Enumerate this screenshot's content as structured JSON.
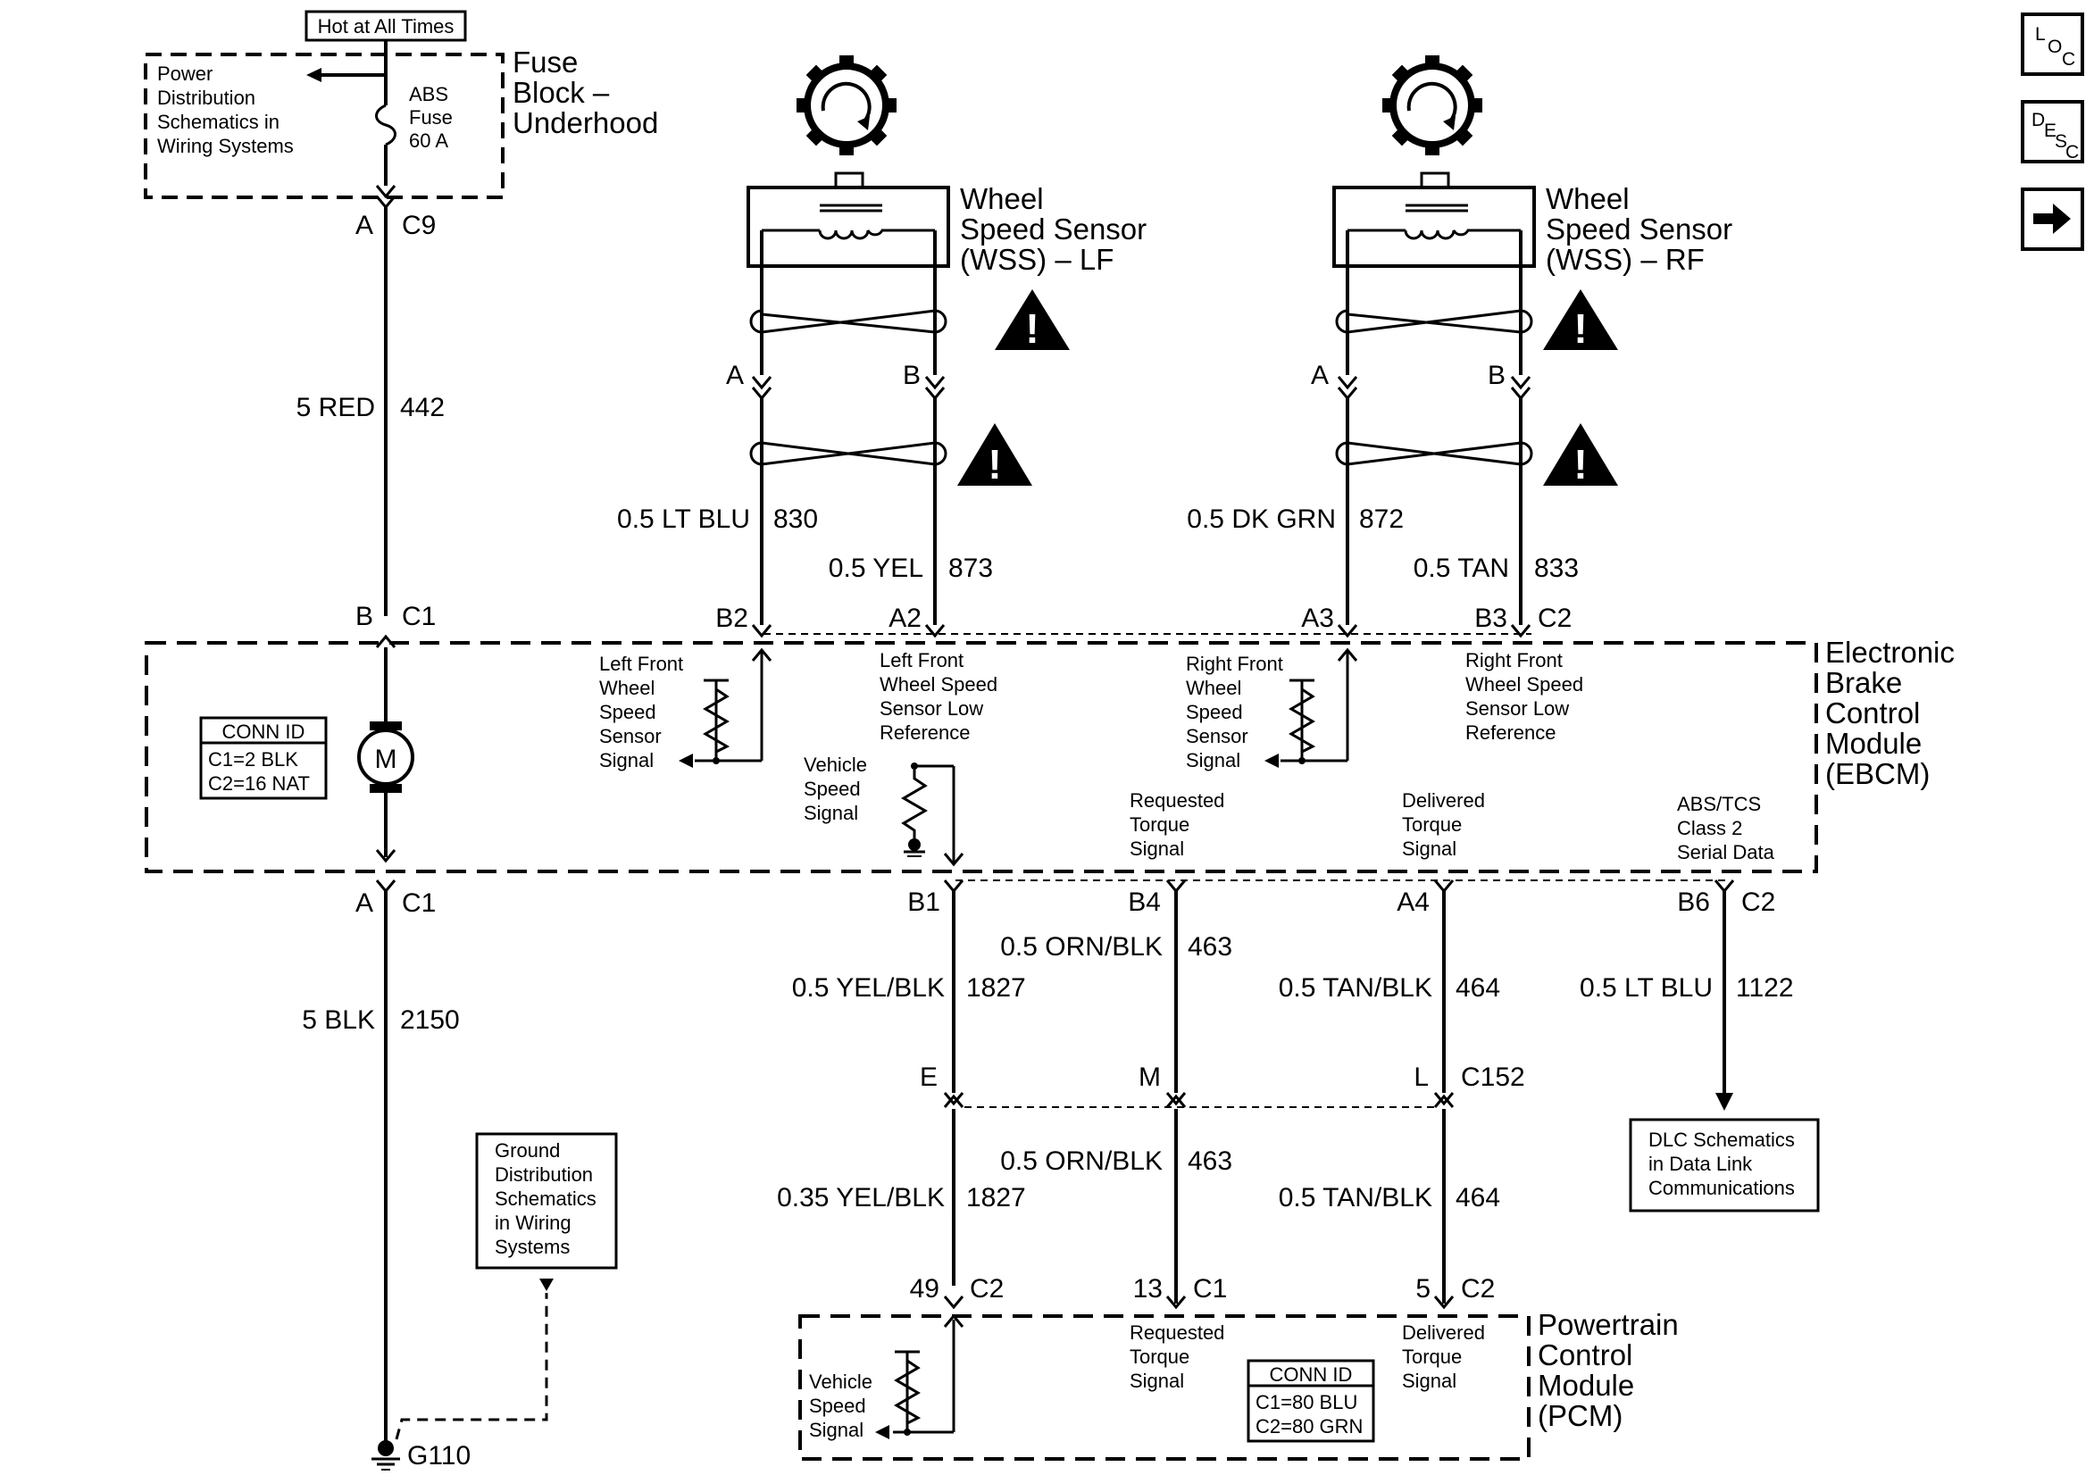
{
  "hot_label": "Hot at All Times",
  "power_dist": [
    "Power",
    "Distribution",
    "Schematics in",
    "Wiring Systems"
  ],
  "abs_fuse": [
    "ABS",
    "Fuse",
    "60 A"
  ],
  "fuse_block": [
    "Fuse",
    "Block –",
    "Underhood"
  ],
  "c9": {
    "pin": "A",
    "conn": "C9"
  },
  "wire_442": {
    "color": "5 RED",
    "circuit": "442"
  },
  "c1_top": {
    "pin": "B",
    "conn": "C1"
  },
  "wss_lf_title": [
    "Wheel",
    "Speed Sensor",
    "(WSS) – LF"
  ],
  "wss_rf_title": [
    "Wheel",
    "Speed Sensor",
    "(WSS) – RF"
  ],
  "wss_lf_pins": [
    "A",
    "B"
  ],
  "wss_rf_pins": [
    "A",
    "B"
  ],
  "wire_830": {
    "color": "0.5 LT BLU",
    "circuit": "830"
  },
  "wire_873": {
    "color": "0.5 YEL",
    "circuit": "873"
  },
  "wire_872": {
    "color": "0.5 DK GRN",
    "circuit": "872"
  },
  "wire_833": {
    "color": "0.5 TAN",
    "circuit": "833"
  },
  "ebcm_top_pins": [
    "B2",
    "A2",
    "A3",
    "B3",
    "C2"
  ],
  "ebcm": [
    "Electronic",
    "Brake",
    "Control",
    "Module",
    "(EBCM)"
  ],
  "ebcm_conn_id": [
    "CONN ID",
    "C1=2 BLK",
    "C2=16 NAT"
  ],
  "motor_letter": "M",
  "lf_signal": [
    "Left Front",
    "Wheel",
    "Speed",
    "Sensor",
    "Signal"
  ],
  "lf_low_ref": [
    "Left Front",
    "Wheel Speed",
    "Sensor Low",
    "Reference"
  ],
  "rf_signal": [
    "Right Front",
    "Wheel",
    "Speed",
    "Sensor",
    "Signal"
  ],
  "rf_low_ref": [
    "Right Front",
    "Wheel Speed",
    "Sensor Low",
    "Reference"
  ],
  "vehicle_speed_ebcm": [
    "Vehicle",
    "Speed",
    "Signal"
  ],
  "requested_torque_ebcm": [
    "Requested",
    "Torque",
    "Signal"
  ],
  "delivered_torque_ebcm": [
    "Delivered",
    "Torque",
    "Signal"
  ],
  "abs_tcs": [
    "ABS/TCS",
    "Class 2",
    "Serial Data"
  ],
  "ebcm_bottom": {
    "a": "A",
    "c1": "C1",
    "b1": "B1",
    "b4": "B4",
    "a4": "A4",
    "b6": "B6",
    "c2": "C2"
  },
  "wire_2150": {
    "color": "5 BLK",
    "circuit": "2150"
  },
  "wire_463_a": {
    "color": "0.5 ORN/BLK",
    "circuit": "463"
  },
  "wire_1827_a": {
    "color": "0.5 YEL/BLK",
    "circuit": "1827"
  },
  "wire_464_a": {
    "color": "0.5 TAN/BLK",
    "circuit": "464"
  },
  "wire_1122": {
    "color": "0.5 LT BLU",
    "circuit": "1122"
  },
  "c152": {
    "e": "E",
    "m": "M",
    "l": "L",
    "conn": "C152"
  },
  "wire_463_b": {
    "color": "0.5 ORN/BLK",
    "circuit": "463"
  },
  "wire_1827_b": {
    "color": "0.35 YEL/BLK",
    "circuit": "1827"
  },
  "wire_464_b": {
    "color": "0.5 TAN/BLK",
    "circuit": "464"
  },
  "dlc_box": [
    "DLC Schematics",
    "in Data Link",
    "Communications"
  ],
  "ground_dist": [
    "Ground",
    "Distribution",
    "Schematics",
    "in Wiring",
    "Systems"
  ],
  "pcm_pins": {
    "p49": "49",
    "c2a": "C2",
    "p13": "13",
    "c1": "C1",
    "p5": "5",
    "c2b": "C2"
  },
  "pcm": [
    "Powertrain",
    "Control",
    "Module",
    "(PCM)"
  ],
  "vehicle_speed_pcm": [
    "Vehicle",
    "Speed",
    "Signal"
  ],
  "requested_torque_pcm": [
    "Requested",
    "Torque",
    "Signal"
  ],
  "delivered_torque_pcm": [
    "Delivered",
    "Torque",
    "Signal"
  ],
  "pcm_conn_id": [
    "CONN ID",
    "C1=80 BLU",
    "C2=80 GRN"
  ],
  "ground_label": "G110",
  "nav": {
    "loc": [
      "L",
      "O",
      "C"
    ],
    "desc": [
      "D",
      "E",
      "S",
      "C"
    ],
    "next_icon": "arrow-right-icon"
  }
}
